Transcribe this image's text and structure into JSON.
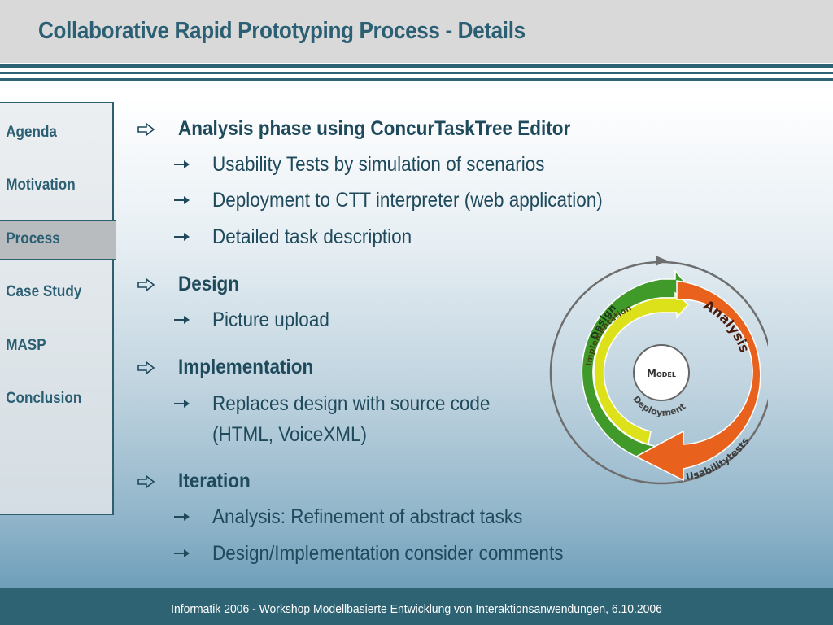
{
  "slide": {
    "title": "Collaborative Rapid Prototyping Process - Details"
  },
  "sidebar": {
    "items": [
      {
        "label": "Agenda"
      },
      {
        "label": "Motivation"
      },
      {
        "label": "Process",
        "active": true
      },
      {
        "label": "Case Study"
      },
      {
        "label": "MASP"
      },
      {
        "label": "Conclusion"
      }
    ]
  },
  "bullets": [
    {
      "text": "Analysis phase using ConcurTaskTree Editor",
      "sub": [
        "Usability Tests by simulation of scenarios",
        "Deployment to CTT interpreter (web application)",
        "Detailed task description"
      ]
    },
    {
      "text": "Design",
      "sub": [
        "Picture upload"
      ]
    },
    {
      "text": "Implementation",
      "sub": [
        "Replaces design with source code",
        "(HTML, VoiceXML)"
      ]
    },
    {
      "text": "Iteration",
      "sub": [
        "Analysis: Refinement of abstract tasks",
        "Design/Implementation consider comments"
      ]
    }
  ],
  "diagram": {
    "center": "Model",
    "labels": {
      "design": "Design",
      "implementation": "Implementation",
      "analysis": "Analysis",
      "usabilitytests": "Usabilitytests",
      "deployment": "Deployment"
    },
    "colors": {
      "design": "#3f9a2a",
      "implementation": "#dce11a",
      "analysis": "#e8621e",
      "ring": "#6e6e6e"
    }
  },
  "footer": {
    "text": "Informatik 2006 - Workshop Modellbasierte Entwicklung von Interaktionsanwendungen, 6.10.2006"
  },
  "icons": {
    "level1_bullet": "hollow-right-arrow-icon",
    "level2_bullet": "right-arrow-icon"
  }
}
